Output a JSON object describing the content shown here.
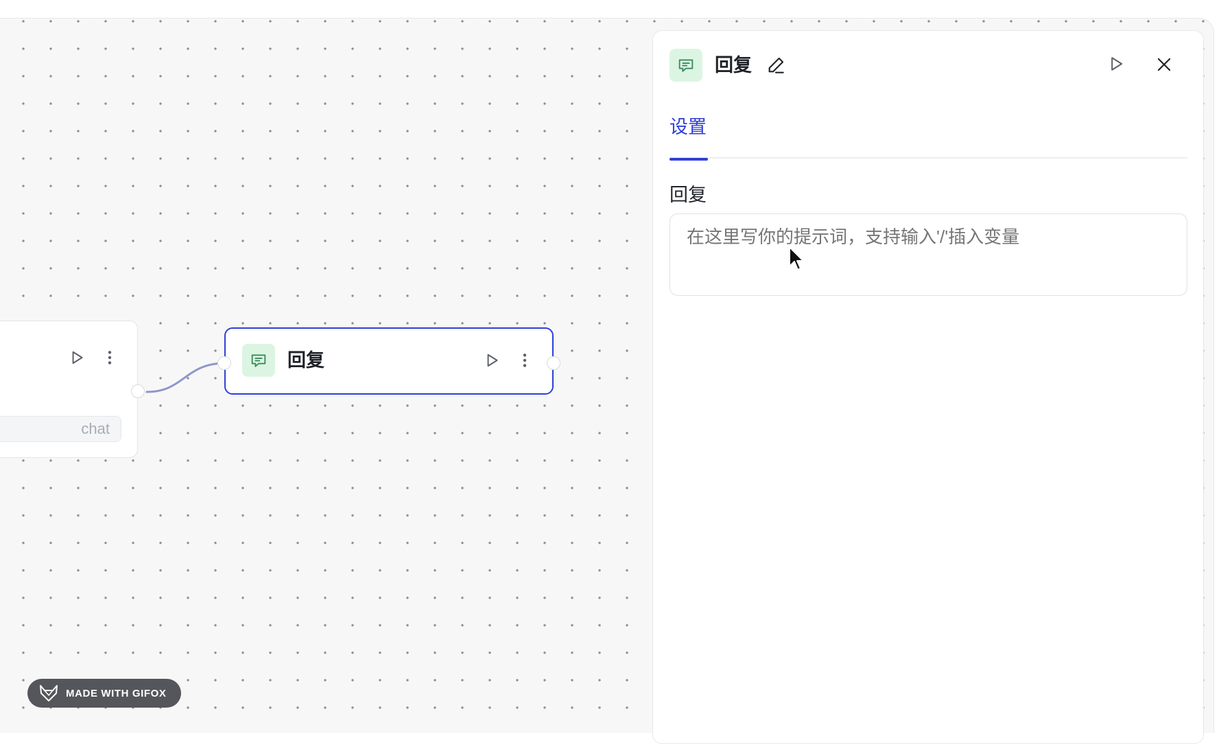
{
  "canvas": {
    "left_node": {
      "tag_label": "chat"
    },
    "reply_node": {
      "title": "回复",
      "icon": "message-square-icon"
    },
    "edge_color": "#8f97c9"
  },
  "badge": {
    "label": "MADE WITH GIFOX",
    "icon": "fox-icon"
  },
  "panel": {
    "title": "回复",
    "icon": "message-square-icon",
    "actions": [
      "edit-icon",
      "run-icon",
      "close-icon"
    ],
    "tabs": [
      {
        "label": "设置",
        "active": true
      }
    ],
    "field": {
      "label": "回复",
      "placeholder": "在这里写你的提示词，支持输入'/'插入变量",
      "value": ""
    }
  },
  "colors": {
    "accent": "#2f3fd6",
    "icon_bg": "#dcf5e3",
    "icon_fg": "#3a8a5c",
    "placeholder": "#a8abb2"
  }
}
